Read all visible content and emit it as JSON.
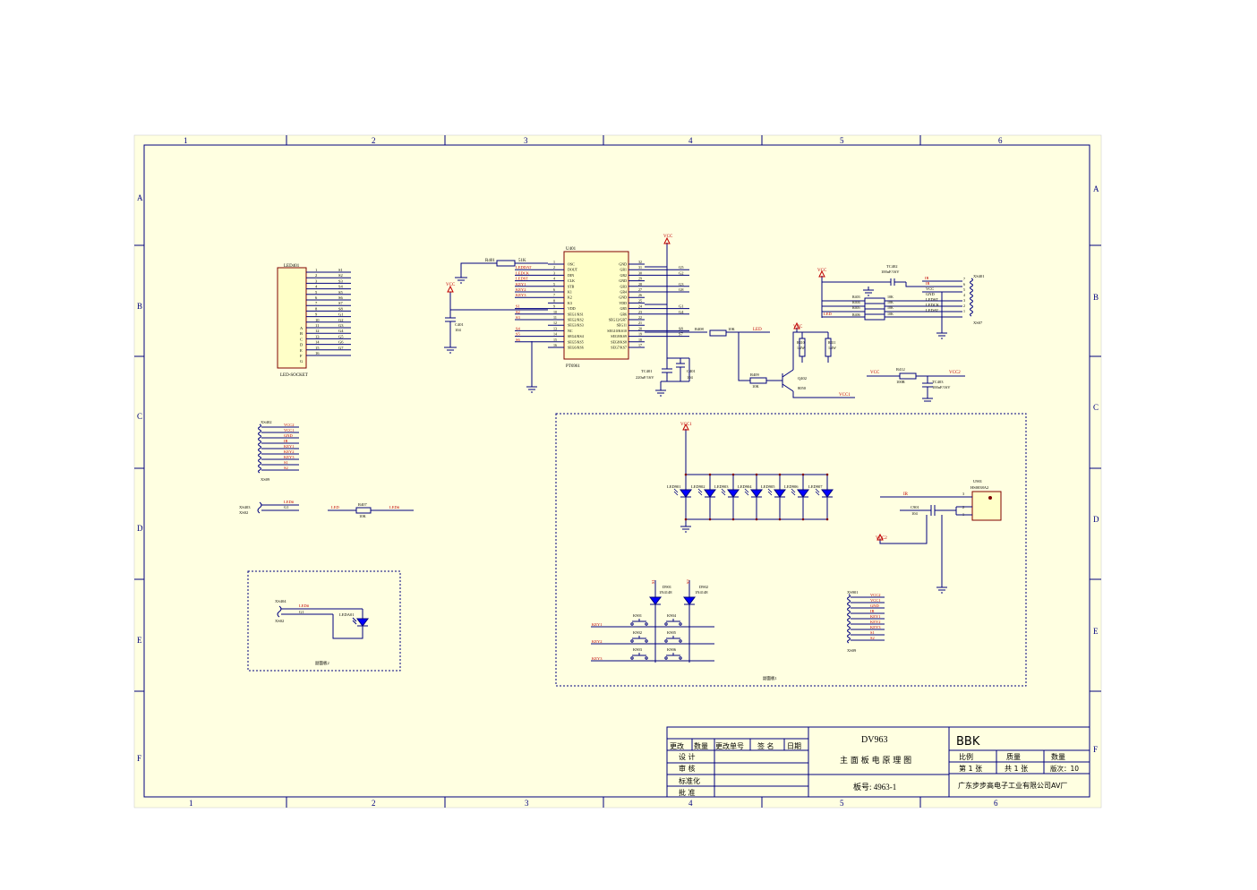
{
  "frame": {
    "columns_top": [
      "1",
      "2",
      "3",
      "4",
      "5",
      "6"
    ],
    "columns_bottom": [
      "1",
      "2",
      "3",
      "4",
      "5",
      "6"
    ],
    "rows": [
      "A",
      "B",
      "C",
      "D",
      "E",
      "F"
    ]
  },
  "components": {
    "led401": {
      "ref": "LED401",
      "name": "LED-SOCKET",
      "pins": [
        "1",
        "2",
        "3",
        "4",
        "5",
        "6",
        "7",
        "8",
        "9",
        "10",
        "11",
        "12",
        "13",
        "14",
        "15",
        "16"
      ],
      "pin_nets": [
        "S1",
        "S2",
        "S3",
        "S4",
        "S5",
        "S6",
        "S7",
        "S8",
        "G1",
        "G2",
        "G3",
        "G4",
        "G5",
        "G6",
        "G7",
        ""
      ],
      "segments": [
        "A",
        "B",
        "C",
        "D",
        "E",
        "F",
        "G"
      ]
    },
    "u401": {
      "ref": "U401",
      "part": "PT6961",
      "left_pins": [
        "OSC",
        "DOUT",
        "DIN",
        "CLK",
        "STB",
        "K1",
        "K2",
        "K3",
        "VDD",
        "SEG1/KS1",
        "SEG2/KS2",
        "SEG3/KS3",
        "NC",
        "SEG4/KS4",
        "SEG5/KS5",
        "SEG6/KS6"
      ],
      "left_nums": [
        "1",
        "2",
        "3",
        "4",
        "5",
        "6",
        "7",
        "8",
        "9",
        "10",
        "11",
        "12",
        "13",
        "14",
        "15",
        "16"
      ],
      "right_pins": [
        "GND",
        "GR1",
        "GR2",
        "GND",
        "GR3",
        "GR4",
        "GND",
        "VDD",
        "GR5",
        "GR6",
        "SEG12/GR7",
        "SEG11",
        "SEG10/KS10",
        "SEG9/KS9",
        "SEG8/KS8",
        "SEG7/KS7"
      ],
      "right_nums": [
        "32",
        "31",
        "30",
        "29",
        "28",
        "27",
        "26",
        "25",
        "24",
        "23",
        "22",
        "21",
        "20",
        "19",
        "18",
        "17"
      ],
      "left_nets": [
        "",
        "LEDDAT",
        "LEDCK",
        "LEDST",
        "KEY1",
        "KEY2",
        "KEY3",
        "",
        "S1",
        "S2",
        "S3",
        "",
        "S4",
        "S5",
        "S6",
        ""
      ],
      "right_nets": [
        "",
        "G5",
        "G2",
        "",
        "G3",
        "G8",
        "",
        "",
        "G1",
        "G4",
        "",
        "",
        "S8",
        "S7",
        "",
        ""
      ]
    },
    "r401": {
      "ref": "R401",
      "val": "51K"
    },
    "c401": {
      "ref": "C401",
      "val": "104"
    },
    "tc401": {
      "ref": "TC401",
      "val": "220uF/16V"
    },
    "c401b": {
      "ref": "C401",
      "val": "104"
    },
    "r408": {
      "ref": "R408",
      "val": "10K"
    },
    "r409": {
      "ref": "R409",
      "val": "10K"
    },
    "r410": {
      "ref": "R410",
      "val": "1/4W"
    },
    "r411": {
      "ref": "R411",
      "val": "1/4W"
    },
    "q402": {
      "ref": "Q402",
      "val": "8050"
    },
    "tc402": {
      "ref": "TC402",
      "val": "100uF/16V"
    },
    "r403": "R403",
    "r404": "R404",
    "r405": "R405",
    "r406": "R406",
    "res_vals": [
      "10K",
      "10K",
      "10K",
      "10K"
    ],
    "xs401": {
      "ref": "XS401",
      "alt": "XS07",
      "pins": [
        "7",
        "6",
        "5",
        "4",
        "3",
        "2",
        "1"
      ],
      "nets": [
        "IR",
        "VCC",
        "GND",
        "LEDST",
        "LEDCK",
        "LEDAT",
        ""
      ]
    },
    "r412": {
      "ref": "R412",
      "val": "100R"
    },
    "tc403": {
      "ref": "TC403",
      "val": "100uF/16V"
    },
    "xs402": {
      "ref": "XS402",
      "alt": "XS09",
      "nets": [
        "VCC2",
        "VCC1",
        "GND",
        "IR",
        "KEY1",
        "KEY2",
        "KEY3",
        "S1",
        "S2"
      ]
    },
    "xs403": {
      "ref": "XS403",
      "alt": "XS02",
      "nets": [
        "LED#",
        "G1"
      ]
    },
    "r407": {
      "ref": "R407",
      "val": "10K"
    },
    "xs404": {
      "ref": "XS404",
      "alt": "XS02",
      "nets": [
        "LED#",
        "G1"
      ]
    },
    "leda01": {
      "ref": "LEDA01"
    },
    "leds": [
      "LED901",
      "LED902",
      "LED903",
      "LED904",
      "LED905",
      "LED906",
      "LED907"
    ],
    "u901": {
      "ref": "U901",
      "part": "HS0038A2",
      "pins": [
        "3",
        "2",
        "1"
      ]
    },
    "c901": {
      "ref": "C901",
      "val": "104"
    },
    "d901": {
      "ref": "D901",
      "part": "1N4148"
    },
    "d902": {
      "ref": "D902",
      "part": "1N4148"
    },
    "keys": [
      "K901",
      "K902",
      "K903",
      "K904",
      "K905",
      "K906"
    ],
    "key_nets": [
      "KEY1",
      "KEY2",
      "KEY3"
    ],
    "xs901": {
      "ref": "XS901",
      "alt": "XS09",
      "nets": [
        "VCC2",
        "VCC1",
        "GND",
        "IR",
        "KEY1",
        "KEY2",
        "KEY3",
        "S1",
        "S2"
      ]
    },
    "sub_label_left": "副面板2",
    "sub_label_right": "副面板1"
  },
  "nets": {
    "vcc": "VCC",
    "vcc1": "VCC1",
    "vcc2": "VCC2",
    "led": "LED",
    "ledhash": "LED#",
    "ir": "IR",
    "s1": "S1",
    "s2": "S2",
    "g1": "G1",
    "g2": "G2",
    "g3": "G3",
    "g5": "G5",
    "g8": "G8"
  },
  "title_block": {
    "model": "DV963",
    "title": "主 面 板 电 原 理 图",
    "board_no": "板号: 4963-1",
    "brand": "BBK",
    "company": "广东步步高电子工业有限公司AV厂",
    "hdr": [
      "更改",
      "数量",
      "更改单号",
      "签  名",
      "日期"
    ],
    "roles": [
      "设    计",
      "审    核",
      "标准化",
      "批    准"
    ],
    "scale": "比例",
    "quality": "质量",
    "qty": "数量",
    "sheet": "第  1  张",
    "total": "共  1  张",
    "version": "版次：10"
  }
}
